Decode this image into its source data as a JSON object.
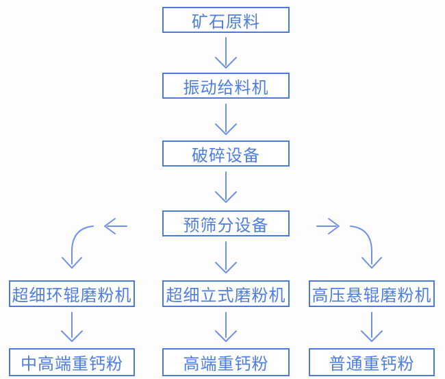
{
  "colors": {
    "box_border": "#4a7ae0",
    "box_text": "#4e7de2",
    "arrow": "#6e91e8",
    "background": "#fdfdfd"
  },
  "flowchart": {
    "nodes": {
      "ore": {
        "label": "矿石原料"
      },
      "vibrating_feeder": {
        "label": "振动给料机"
      },
      "crushing_equipment": {
        "label": "破碎设备"
      },
      "pre_screening": {
        "label": "预筛分设备"
      },
      "ultrafine_ring_roller_mill": {
        "label": "超细环辊磨粉机"
      },
      "ultrafine_vertical_mill": {
        "label": "超细立式磨粉机"
      },
      "high_pressure_suspension_roller_mill": {
        "label": "高压悬辊磨粉机"
      },
      "mid_high_end_heavy_calcium_powder": {
        "label": "中高端重钙粉"
      },
      "high_end_heavy_calcium_powder": {
        "label": "高端重钙粉"
      },
      "ordinary_heavy_calcium_powder": {
        "label": "普通重钙粉"
      }
    },
    "edges": [
      {
        "from": "ore",
        "to": "vibrating_feeder"
      },
      {
        "from": "vibrating_feeder",
        "to": "crushing_equipment"
      },
      {
        "from": "crushing_equipment",
        "to": "pre_screening"
      },
      {
        "from": "pre_screening",
        "to": "ultrafine_ring_roller_mill"
      },
      {
        "from": "pre_screening",
        "to": "ultrafine_vertical_mill"
      },
      {
        "from": "pre_screening",
        "to": "high_pressure_suspension_roller_mill"
      },
      {
        "from": "ultrafine_ring_roller_mill",
        "to": "mid_high_end_heavy_calcium_powder"
      },
      {
        "from": "ultrafine_vertical_mill",
        "to": "high_end_heavy_calcium_powder"
      },
      {
        "from": "high_pressure_suspension_roller_mill",
        "to": "ordinary_heavy_calcium_powder"
      }
    ]
  }
}
